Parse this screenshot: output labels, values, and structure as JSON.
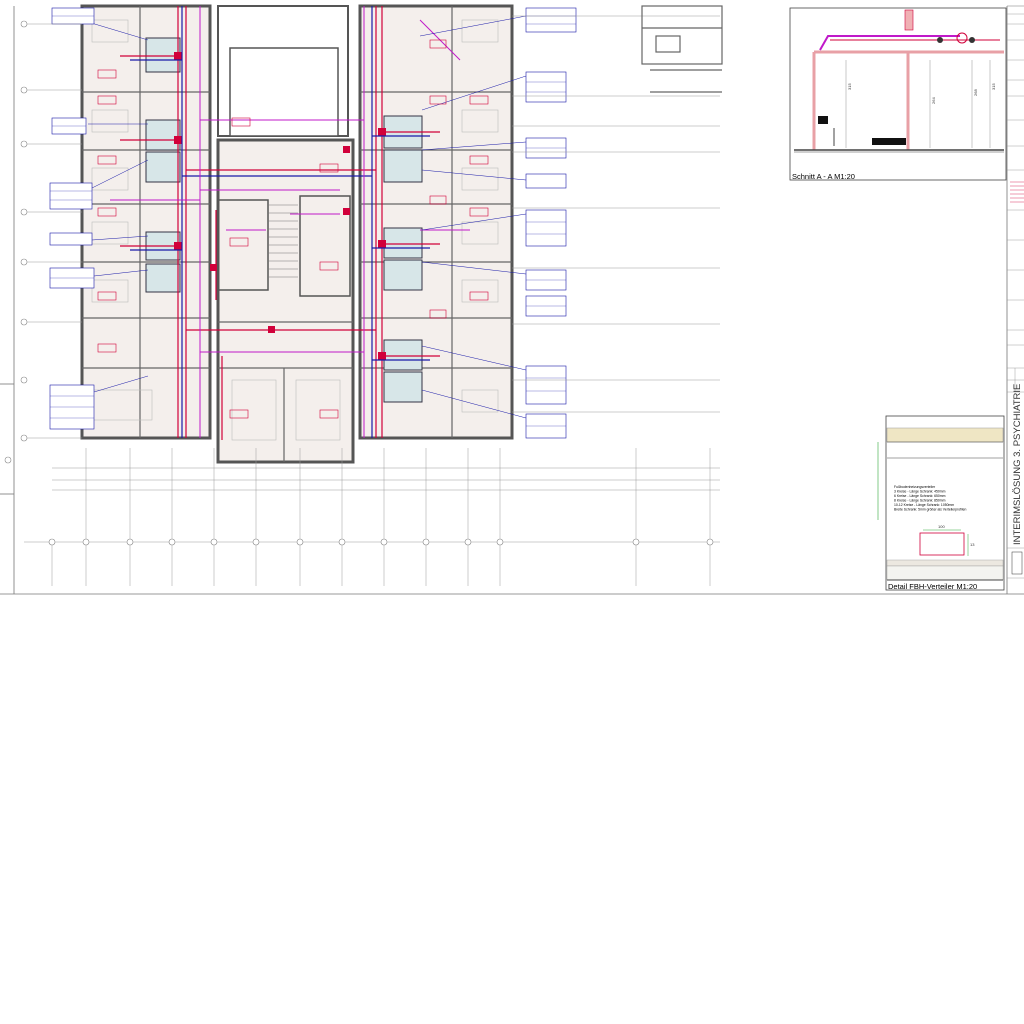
{
  "section_view": {
    "title": "Schnitt A - A M1:20",
    "dimensions": [
      "315",
      "264",
      "268",
      "315"
    ]
  },
  "detail_view": {
    "title": "Detail FBH-Verteiler M1:20",
    "note_lines": [
      "Fußbodenheizungsverteiler",
      "3 Kreise - Länge Schrank: 450mm",
      "6 Kreise - Länge Schrank: 650mm",
      "8 Kreise - Länge Schrank: 850mm",
      "10-12 Kreise - Länge Schrank: 1050mm",
      "Breite Schrank: 5mm größer als Verteilerprofilen"
    ],
    "dimensions": [
      "100",
      "13"
    ]
  },
  "title_block": {
    "project_title": "INTERIMSLÖSUNG 3. PSYCHIATRIE"
  },
  "colors": {
    "wall": "#555555",
    "heating_supply": "#d1003a",
    "heating_return": "#1a1aa8",
    "ventilation": "#c019c9",
    "room_fill": "#d7e6e8",
    "grid_line": "#9a9a9a"
  }
}
